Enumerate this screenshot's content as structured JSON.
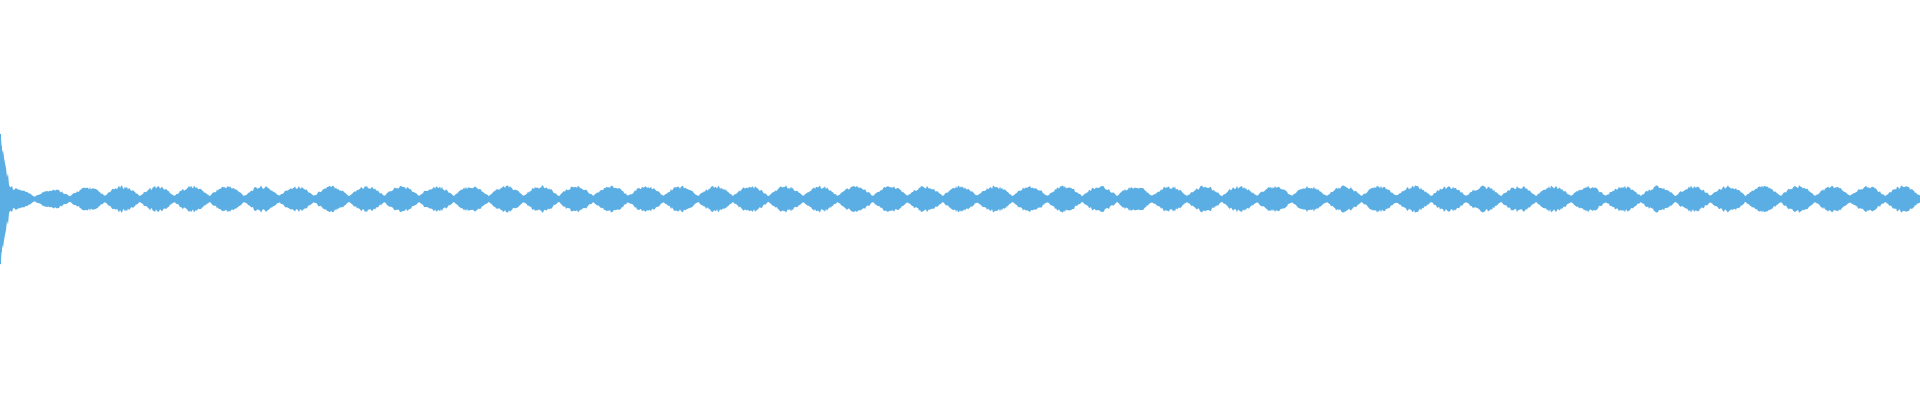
{
  "waveform": {
    "color": "#5aaee3",
    "background": "#ffffff",
    "envelope_type": "amplitude-beating",
    "beat_cycles": 55,
    "initial_transient_amplitude": 0.18,
    "steady_state_amplitude": 0.03,
    "normal_amplitude_scale": 0.012
  }
}
